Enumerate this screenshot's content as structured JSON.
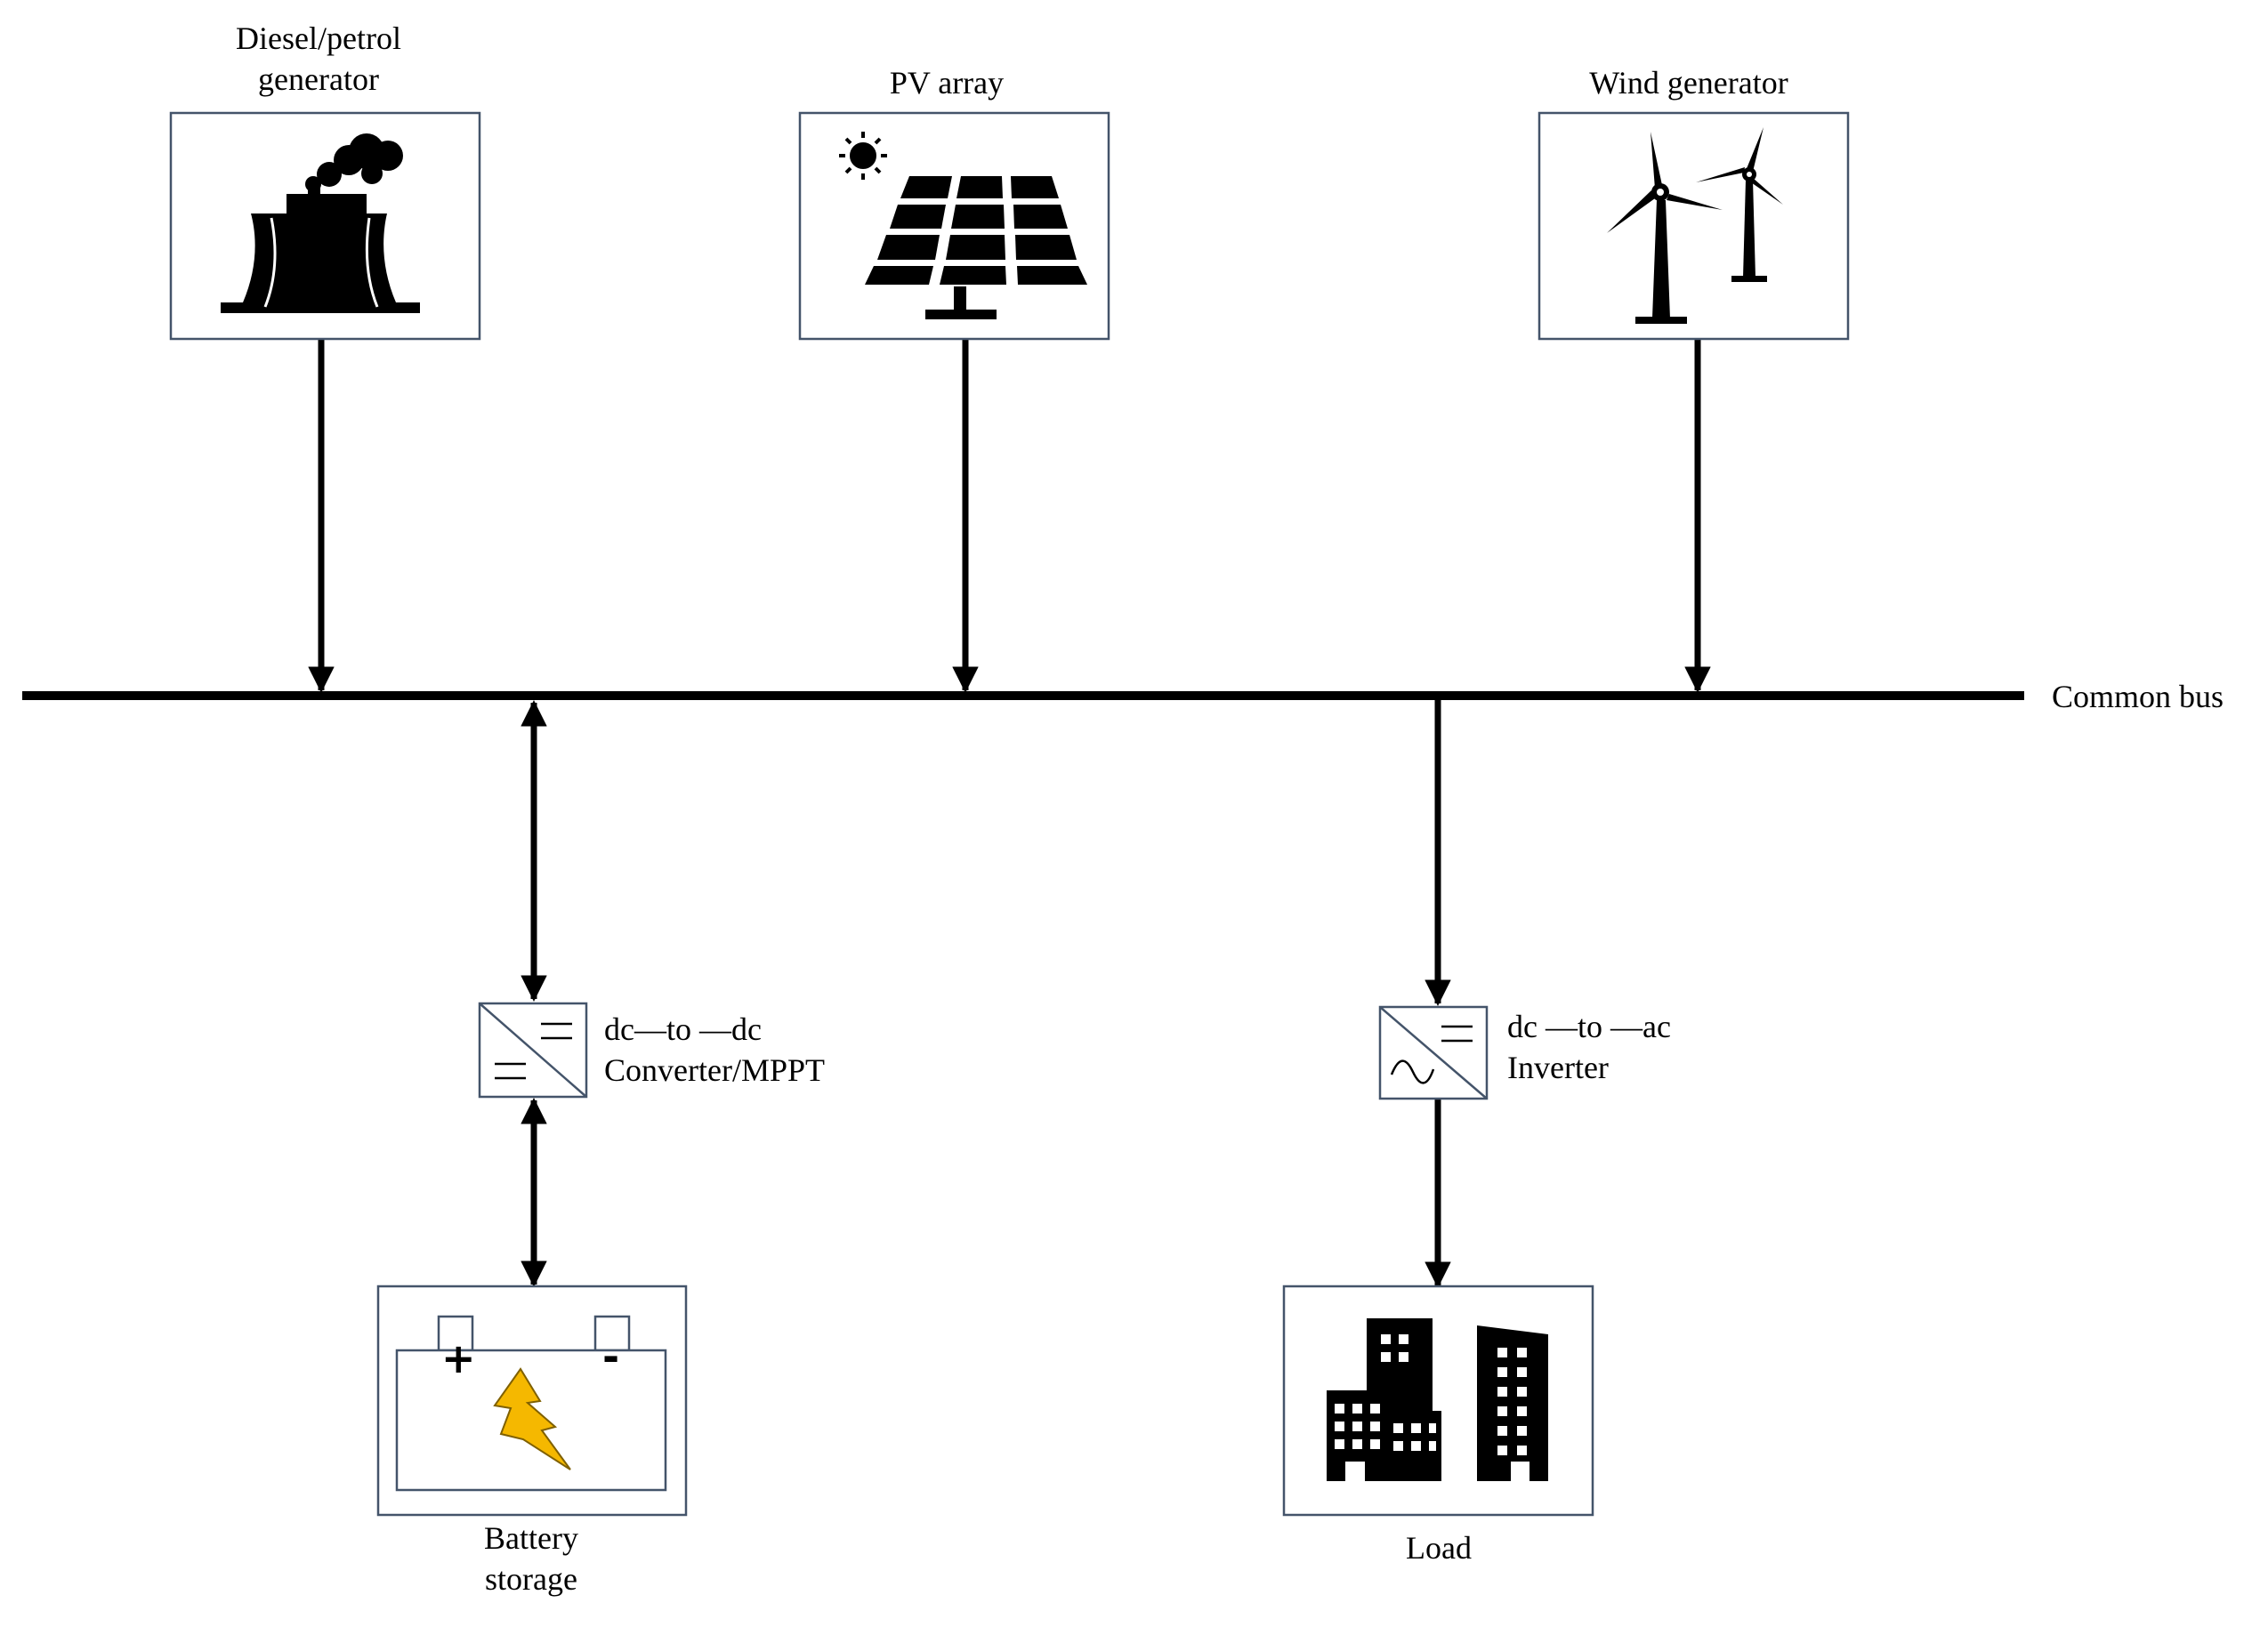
{
  "nodes": {
    "diesel": {
      "label_line1": "Diesel/petrol",
      "label_line2": "generator",
      "icon": "power-plant-icon"
    },
    "pv": {
      "label": "PV array",
      "icon": "solar-panel-icon"
    },
    "wind": {
      "label": "Wind generator",
      "icon": "wind-turbine-icon"
    },
    "battery": {
      "label_line1": "Battery",
      "label_line2": "storage",
      "icon": "battery-icon",
      "plus_sign": "+",
      "minus_sign": "-"
    },
    "load": {
      "label": "Load",
      "icon": "buildings-icon"
    }
  },
  "bus": {
    "label": "Common bus"
  },
  "converters": {
    "dcdc": {
      "label_line1": "dc—to —dc",
      "label_line2": "Converter/MPPT",
      "icon": "dc-dc-converter-icon"
    },
    "inverter": {
      "label_line1": "dc —to —ac",
      "label_line2": "Inverter",
      "icon": "inverter-icon"
    }
  },
  "colors": {
    "line": "#000000",
    "box_border": "#44546a",
    "bolt_fill": "#f5b800",
    "bolt_outline": "#7f6000"
  }
}
